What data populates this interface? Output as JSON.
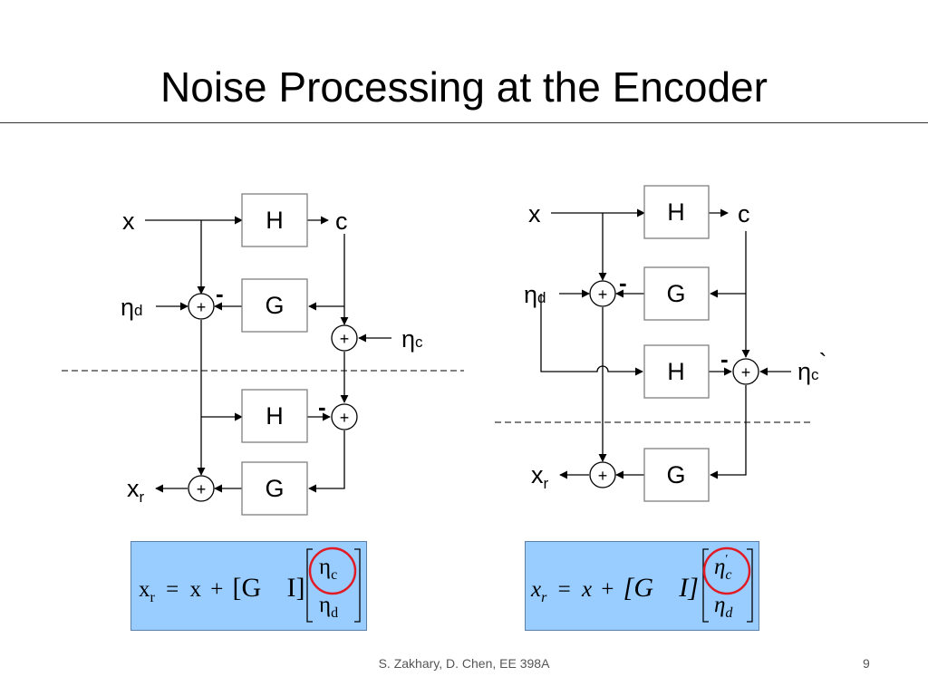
{
  "slide": {
    "title": "Noise Processing at the Encoder",
    "footer_credit": "S. Zakhary, D. Chen, EE 398A",
    "page_number": "9"
  },
  "left_diagram": {
    "input": "x",
    "output": "x",
    "output_sub": "r",
    "side_output": "c",
    "noise_d": "η",
    "noise_d_sub": "d",
    "noise_c": "η",
    "noise_c_sub": "c",
    "blocks": [
      "H",
      "G",
      "H",
      "G"
    ],
    "sum_symbol": "+",
    "minus_symbol": "-"
  },
  "right_diagram": {
    "input": "x",
    "output": "x",
    "output_sub": "r",
    "side_output": "c",
    "noise_d": "η",
    "noise_d_sub": "d",
    "noise_c": "η",
    "noise_c_sub": "c",
    "noise_c_prime": "`",
    "blocks": [
      "H",
      "G",
      "H",
      "G"
    ],
    "sum_symbol": "+",
    "minus_symbol": "-"
  },
  "left_equation": {
    "lhs": "x",
    "lhs_sub": "r",
    "equals": "=",
    "x": "x",
    "plus": "+",
    "matrix_left": "[G",
    "matrix_right": "I]",
    "vec_top": "η",
    "vec_top_sub": "c",
    "vec_bottom": "η",
    "vec_bottom_sub": "d"
  },
  "right_equation": {
    "lhs": "x",
    "lhs_sub": "r",
    "equals": "=",
    "x": "x",
    "plus": "+",
    "matrix_left": "[G",
    "matrix_right": "I]",
    "vec_top": "η",
    "vec_top_sub": "c",
    "vec_top_prime": "'",
    "vec_bottom": "η",
    "vec_bottom_sub": "d"
  },
  "colors": {
    "panel": "#99ccff",
    "highlight_circle": "#e01b24",
    "line": "#000000",
    "block_border": "#808080"
  }
}
